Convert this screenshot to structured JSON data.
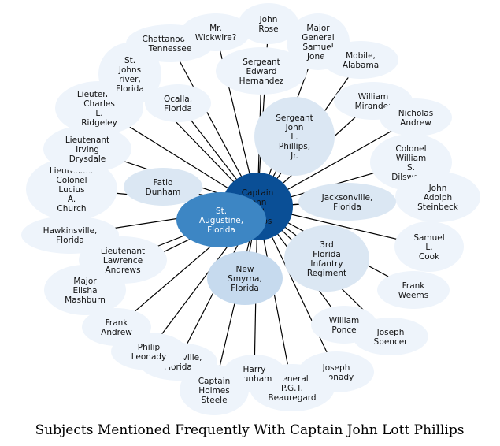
{
  "title": "Subjects Mentioned Frequently With Captain John Lott Phillips",
  "colors": {
    "edge": "#000000",
    "center": "#0a4f96",
    "faint": "#eef4fb",
    "light": "#dbe7f3",
    "medium": "#c6daee",
    "strong": "#3d86c4"
  },
  "center": {
    "label": "Captain John Lott Phillips",
    "lines": [
      "Captain",
      "John",
      "Lott",
      "Phillips"
    ]
  },
  "nodes": [
    {
      "label": "John Rose",
      "lines": [
        "John",
        "Rose"
      ],
      "tone": "faint"
    },
    {
      "label": "Major General Samuel Jones",
      "lines": [
        "Major",
        "General",
        "Samuel",
        "Jones"
      ],
      "tone": "faint"
    },
    {
      "label": "Mobile, Alabama",
      "lines": [
        "Mobile,",
        "Alabama"
      ],
      "tone": "faint"
    },
    {
      "label": "William Mirander",
      "lines": [
        "William",
        "Mirander"
      ],
      "tone": "faint"
    },
    {
      "label": "Nicholas Andrew",
      "lines": [
        "Nicholas",
        "Andrew"
      ],
      "tone": "faint"
    },
    {
      "label": "Colonel William S. Dilsworth",
      "lines": [
        "Colonel",
        "William",
        "S.",
        "Dilsworth"
      ],
      "tone": "faint"
    },
    {
      "label": "John Adolph Steinbeck",
      "lines": [
        "John",
        "Adolph",
        "Steinbeck"
      ],
      "tone": "faint"
    },
    {
      "label": "Samuel L. Cook",
      "lines": [
        "Samuel",
        "L.",
        "Cook"
      ],
      "tone": "faint"
    },
    {
      "label": "Frank Weems",
      "lines": [
        "Frank",
        "Weems"
      ],
      "tone": "faint"
    },
    {
      "label": "Joseph Spencer",
      "lines": [
        "Joseph",
        "Spencer"
      ],
      "tone": "faint"
    },
    {
      "label": "William Ponce",
      "lines": [
        "William",
        "Ponce"
      ],
      "tone": "faint"
    },
    {
      "label": "Joseph Leonady",
      "lines": [
        "Joseph",
        "Leonady"
      ],
      "tone": "faint"
    },
    {
      "label": "General P.G.T. Beauregard",
      "lines": [
        "General",
        "P.G.T.",
        "Beauregard"
      ],
      "tone": "faint"
    },
    {
      "label": "Harry Dunham",
      "lines": [
        "Harry",
        "Dunham"
      ],
      "tone": "faint"
    },
    {
      "label": "Captain Holmes Steele",
      "lines": [
        "Captain",
        "Holmes",
        "Steele"
      ],
      "tone": "faint"
    },
    {
      "label": "Gainesville, Florida",
      "lines": [
        "Gainesville,",
        "Florida"
      ],
      "tone": "faint"
    },
    {
      "label": "Philip Leonady",
      "lines": [
        "Philip",
        "Leonady"
      ],
      "tone": "faint"
    },
    {
      "label": "Frank Andrew",
      "lines": [
        "Frank",
        "Andrew"
      ],
      "tone": "faint"
    },
    {
      "label": "Major Elisha Mashburn",
      "lines": [
        "Major",
        "Elisha",
        "Mashburn"
      ],
      "tone": "faint"
    },
    {
      "label": "Lieutenant Lawrence Andrews",
      "lines": [
        "Lieutenant",
        "Lawrence",
        "Andrews"
      ],
      "tone": "faint"
    },
    {
      "label": "Hawkinsville, Florida",
      "lines": [
        "Hawkinsville,",
        "Florida"
      ],
      "tone": "faint"
    },
    {
      "label": "Lieutenant Colonel Lucius A. Church",
      "lines": [
        "Lieutenant",
        "Colonel",
        "Lucius",
        "A.",
        "Church"
      ],
      "tone": "faint"
    },
    {
      "label": "Lieutenant Irving Drysdale",
      "lines": [
        "Lieutenant",
        "Irving",
        "Drysdale"
      ],
      "tone": "faint"
    },
    {
      "label": "Lieutenant Charles L. Ridgeley",
      "lines": [
        "Lieutenant",
        "Charles",
        "L.",
        "Ridgeley"
      ],
      "tone": "faint"
    },
    {
      "label": "St. Johns river, Florida",
      "lines": [
        "St.",
        "Johns",
        "river,",
        "Florida"
      ],
      "tone": "faint"
    },
    {
      "label": "Chattanooga, Tennessee",
      "lines": [
        "Chattanooga,",
        "Tennessee"
      ],
      "tone": "faint"
    },
    {
      "label": "Mr. Wickwire?",
      "lines": [
        "Mr.",
        "Wickwire?"
      ],
      "tone": "faint"
    },
    {
      "label": "Ocalla, Florida",
      "lines": [
        "Ocalla,",
        "Florida"
      ],
      "tone": "faint"
    },
    {
      "label": "Sergeant Edward Hernandez",
      "lines": [
        "Sergeant",
        "Edward",
        "Hernandez"
      ],
      "tone": "faint"
    },
    {
      "label": "Sergeant John L. Phillips, Jr.",
      "lines": [
        "Sergeant",
        "John",
        "L.",
        "Phillips,",
        "Jr."
      ],
      "tone": "light"
    },
    {
      "label": "Jacksonville, Florida",
      "lines": [
        "Jacksonville,",
        "Florida"
      ],
      "tone": "light"
    },
    {
      "label": "3rd Florida Infantry Regiment",
      "lines": [
        "3rd",
        "Florida",
        "Infantry",
        "Regiment"
      ],
      "tone": "light"
    },
    {
      "label": "New Smyrna, Florida",
      "lines": [
        "New",
        "Smyrna,",
        "Florida"
      ],
      "tone": "medium"
    },
    {
      "label": "Fatio Dunham",
      "lines": [
        "Fatio",
        "Dunham"
      ],
      "tone": "light"
    },
    {
      "label": "St. Augustine, Florida",
      "lines": [
        "St.",
        "Augustine,",
        "Florida"
      ],
      "tone": "strong"
    }
  ]
}
